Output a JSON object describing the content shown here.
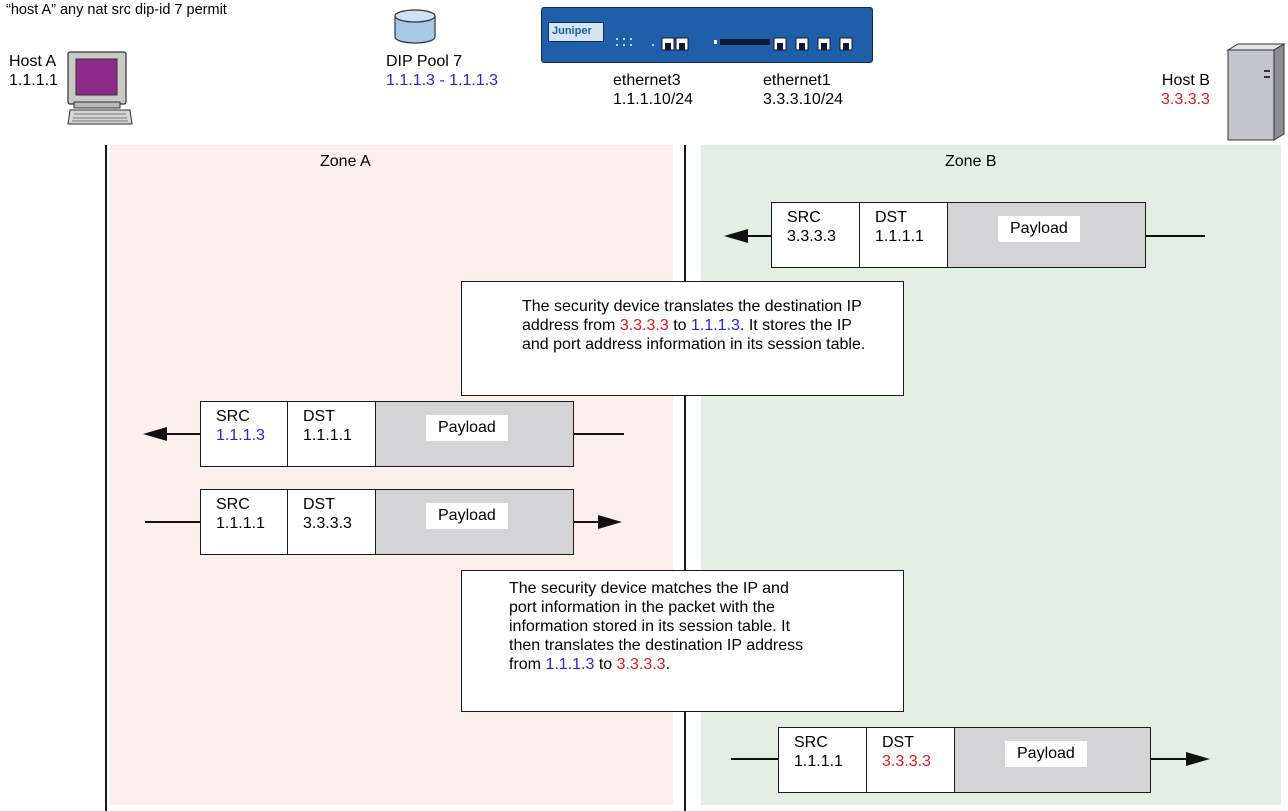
{
  "policy_command": "“host A” any nat src dip-id 7 permit",
  "host_a": {
    "name": "Host A",
    "ip": "1.1.1.1"
  },
  "dip_pool": {
    "name": "DIP Pool 7",
    "range": "1.1.1.3 - 1.1.1.3"
  },
  "device": {
    "brand": "Juniper",
    "interfaces": [
      {
        "name": "ethernet3",
        "ip": "1.1.1.10/24"
      },
      {
        "name": "ethernet1",
        "ip": "3.3.3.10/24"
      }
    ]
  },
  "host_b": {
    "name": "Host B",
    "ip": "3.3.3.3"
  },
  "zones": {
    "a": "Zone A",
    "b": "Zone B"
  },
  "packets": [
    {
      "src_label": "SRC",
      "src": "3.3.3.3",
      "dst_label": "DST",
      "dst": "1.1.1.1",
      "payload": "Payload",
      "direction": "left"
    },
    {
      "src_label": "SRC",
      "src": "1.1.1.3",
      "dst_label": "DST",
      "dst": "1.1.1.1",
      "payload": "Payload",
      "direction": "left"
    },
    {
      "src_label": "SRC",
      "src": "1.1.1.1",
      "dst_label": "DST",
      "dst": "3.3.3.3",
      "payload": "Payload",
      "direction": "right"
    },
    {
      "src_label": "SRC",
      "src": "1.1.1.1",
      "dst_label": "DST",
      "dst": "3.3.3.3",
      "payload": "Payload",
      "direction": "right"
    }
  ],
  "notes": {
    "first": {
      "line1": "The security device translates the destination IP",
      "line2_a": "address from ",
      "from_ip": "3.3.3.3",
      "line2_b": " to ",
      "to_ip": "1.1.1.3",
      "line2_c": ". It stores the IP",
      "line3": "and port address information in its session table."
    },
    "second": {
      "line1": "The security device matches the IP and",
      "line2": "port information in the packet with the",
      "line3": "information stored in its session table. It",
      "line4": "then translates the destination IP address",
      "line5_a": "from ",
      "from_ip": "1.1.1.3",
      "line5_b": " to ",
      "to_ip": "3.3.3.3",
      "line5_c": "."
    }
  },
  "colors": {
    "translated_ip": "#1d2ad8",
    "host_b_ip": "#e01b1b",
    "zone_a_bg": "#fdf0ec",
    "zone_b_bg": "#e2efe2",
    "payload_bg": "#d4d4d6"
  }
}
